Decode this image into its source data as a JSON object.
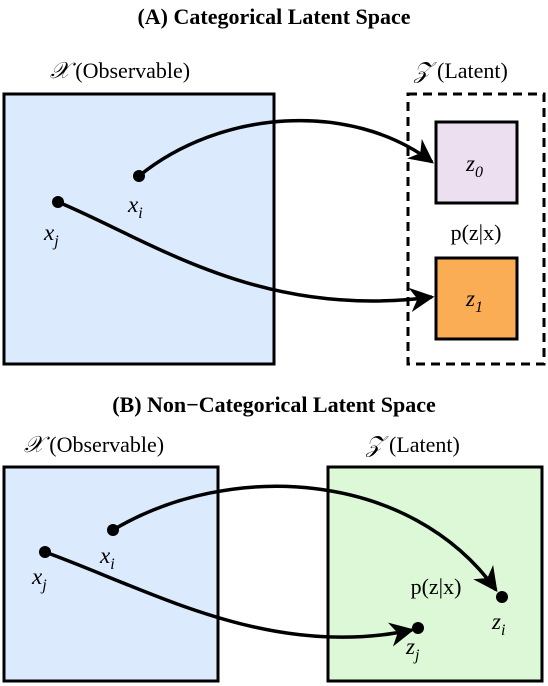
{
  "panel_a": {
    "title": "(A) Categorical Latent Space",
    "observable_symbol": "𝒳",
    "observable_label": " (Observable)",
    "latent_symbol": "𝒵",
    "latent_label": " (Latent)",
    "point_i": "x",
    "point_i_sub": "i",
    "point_j": "x",
    "point_j_sub": "j",
    "z0": "z",
    "z0_sub": "0",
    "z1": "z",
    "z1_sub": "1",
    "posterior": "p(z|x)",
    "colors": {
      "observable_fill": "#dbeafc",
      "z0_fill": "#ece0f0",
      "z1_fill": "#fbad55"
    }
  },
  "panel_b": {
    "title": "(B) Non−Categorical Latent Space",
    "observable_symbol": "𝒳",
    "observable_label": " (Observable)",
    "latent_symbol": "𝒵",
    "latent_label": " (Latent)",
    "point_i": "x",
    "point_i_sub": "i",
    "point_j": "x",
    "point_j_sub": "j",
    "zi": "z",
    "zi_sub": "i",
    "zj": "z",
    "zj_sub": "j",
    "posterior": "p(z|x)",
    "colors": {
      "observable_fill": "#dbeafc",
      "latent_fill": "#dcf8d6"
    }
  }
}
